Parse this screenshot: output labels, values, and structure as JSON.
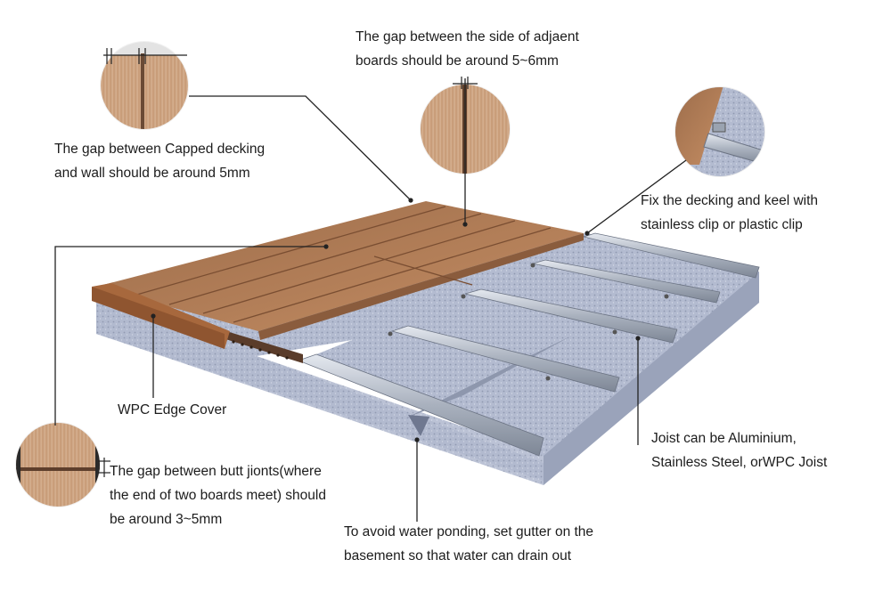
{
  "annotations": {
    "wall_gap": {
      "lines": [
        "The gap between Capped decking",
        "and wall should be around 5mm"
      ]
    },
    "side_gap": {
      "lines": [
        "The gap between the side of adjaent",
        "boards should be around 5~6mm"
      ]
    },
    "clip": {
      "lines": [
        "Fix the decking and keel with",
        "stainless clip or plastic clip"
      ]
    },
    "edge_cover": {
      "lines": [
        "WPC Edge Cover"
      ]
    },
    "butt_gap": {
      "lines": [
        "The gap between butt jionts(where",
        "the end of two boards meet) should",
        "be around 3~5mm"
      ]
    },
    "joist": {
      "lines": [
        "Joist can be Aluminium,",
        "Stainless Steel, orWPC Joist"
      ]
    },
    "gutter": {
      "lines": [
        "To avoid water ponding, set gutter on the",
        "basement so that water can drain out"
      ]
    }
  },
  "colors": {
    "decking": "#b5835c",
    "edge_cover": "#a7683d",
    "concrete": "#b6bed3",
    "joist": "#b8bfcb",
    "leader_line": "#222222"
  },
  "icons": [
    "wood-grain-closeup-magnifier",
    "clip-closeup-magnifier"
  ]
}
